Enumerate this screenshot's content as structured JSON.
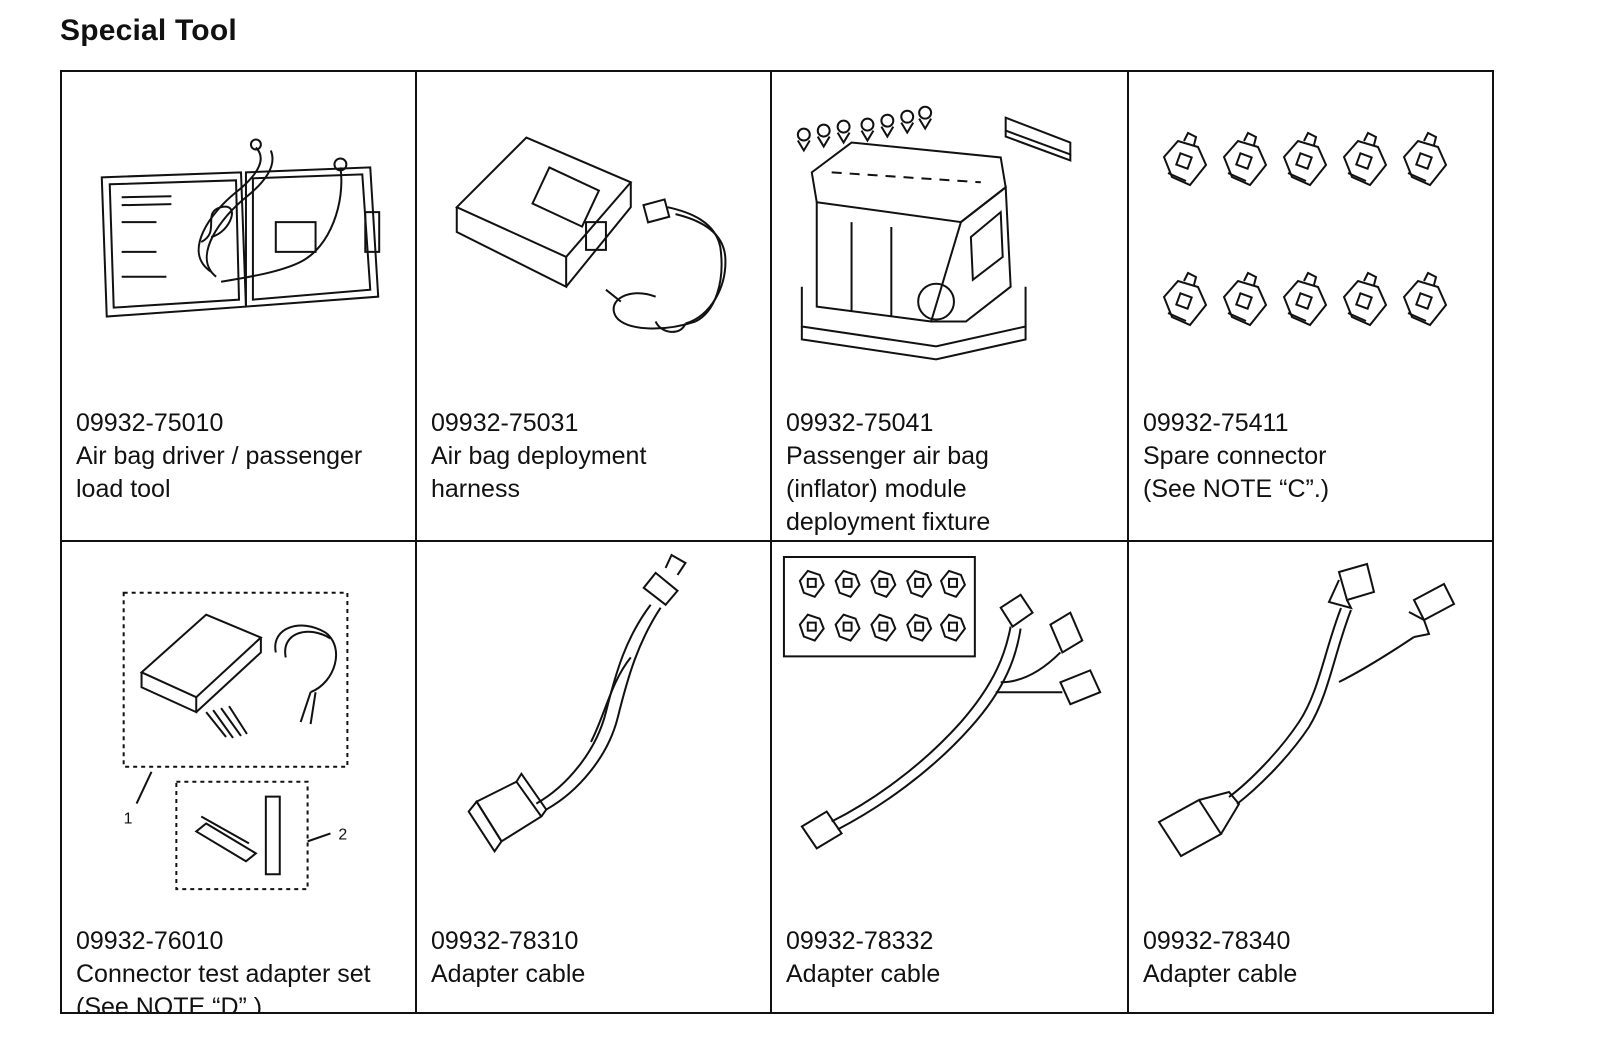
{
  "page": {
    "title": "Special Tool"
  },
  "tools": [
    {
      "part_number": "09932-75010",
      "lines": [
        "Air bag driver / passenger",
        "load tool"
      ],
      "icon": "load-tool-case-icon"
    },
    {
      "part_number": "09932-75031",
      "lines": [
        "Air bag deployment",
        "harness"
      ],
      "icon": "deployment-harness-icon"
    },
    {
      "part_number": "09932-75041",
      "lines": [
        "Passenger air bag",
        "(inflator) module",
        "deployment fixture"
      ],
      "icon": "deployment-fixture-icon"
    },
    {
      "part_number": "09932-75411",
      "lines": [
        "Spare connector",
        "(See NOTE “C”.)"
      ],
      "icon": "spare-connector-icon"
    },
    {
      "part_number": "09932-76010",
      "lines": [
        "Connector test adapter set",
        "(See NOTE “D”.)"
      ],
      "icon": "connector-test-adapter-set-icon",
      "callouts": [
        "1",
        "2"
      ]
    },
    {
      "part_number": "09932-78310",
      "lines": [
        "Adapter cable"
      ],
      "icon": "adapter-cable-icon"
    },
    {
      "part_number": "09932-78332",
      "lines": [
        "Adapter cable"
      ],
      "icon": "adapter-cable-with-connectors-icon"
    },
    {
      "part_number": "09932-78340",
      "lines": [
        "Adapter cable"
      ],
      "icon": "adapter-cable-icon"
    }
  ]
}
